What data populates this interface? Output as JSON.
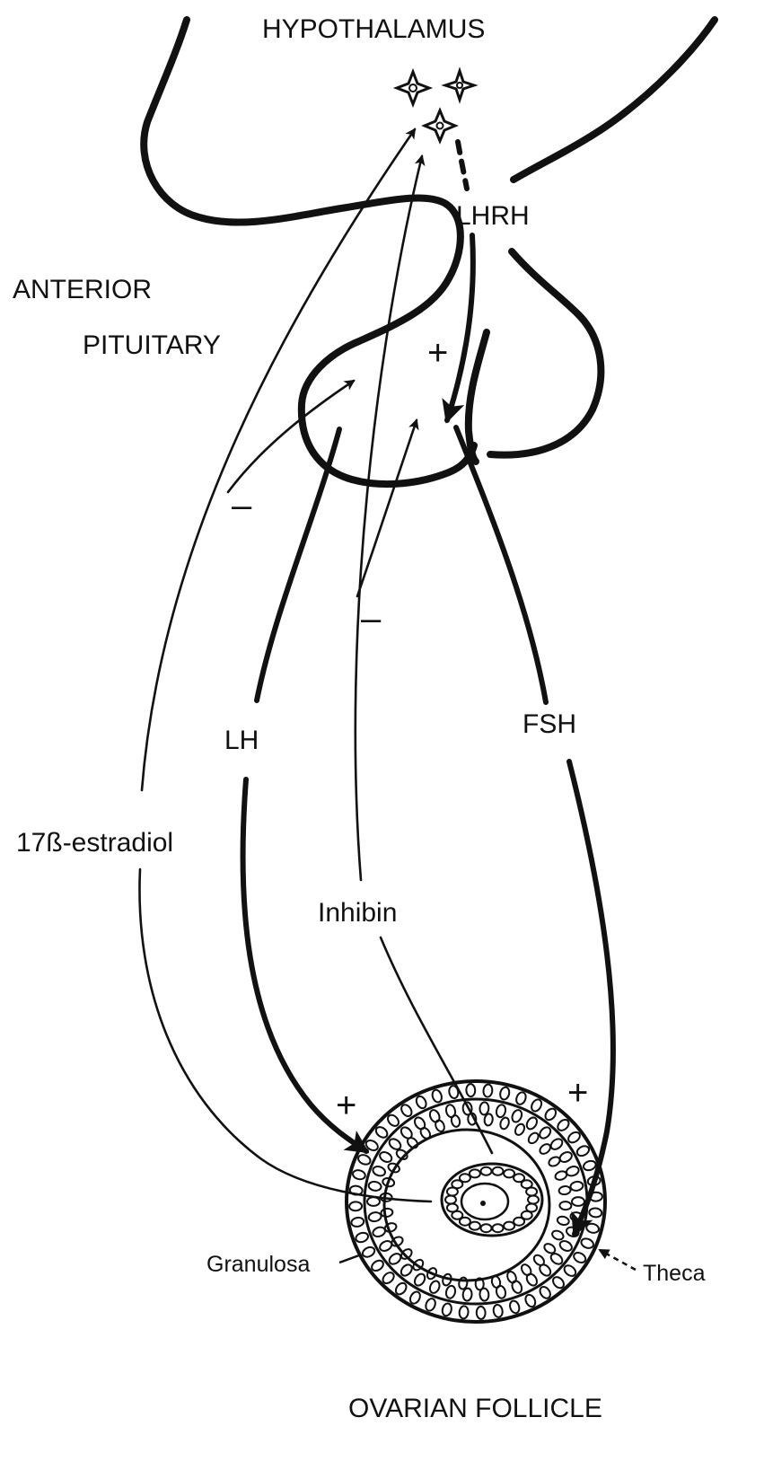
{
  "labels": {
    "hypothalamus": "HYPOTHALAMUS",
    "lhrh": "LHRH",
    "anterior": "ANTERIOR",
    "pituitary": "PITUITARY",
    "lh": "LH",
    "fsh": "FSH",
    "estradiol": "17ß-estradiol",
    "inhibin": "Inhibin",
    "granulosa": "Granulosa",
    "theca": "Theca",
    "ovarian_follicle": "OVARIAN FOLLICLE"
  },
  "signs": {
    "lhrh_stimulation": "+",
    "estradiol_feedback": "–",
    "inhibin_feedback": "–",
    "lh_stimulation": "+",
    "fsh_stimulation": "+"
  }
}
